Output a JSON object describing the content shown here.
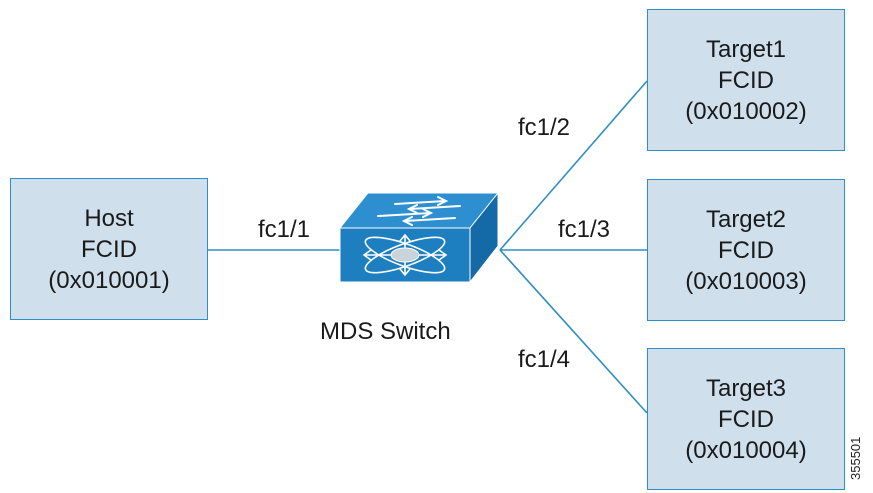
{
  "nodes": {
    "host": {
      "name": "Host",
      "id_label": "FCID",
      "fcid": "(0x010001)"
    },
    "target1": {
      "name": "Target1",
      "id_label": "FCID",
      "fcid": "(0x010002)"
    },
    "target2": {
      "name": "Target2",
      "id_label": "FCID",
      "fcid": "(0x010003)"
    },
    "target3": {
      "name": "Target3",
      "id_label": "FCID",
      "fcid": "(0x010004)"
    }
  },
  "switch": {
    "label": "MDS Switch"
  },
  "ports": {
    "host": "fc1/1",
    "target1": "fc1/2",
    "target2": "fc1/3",
    "target3": "fc1/4"
  },
  "figure_id": "355501",
  "colors": {
    "box_fill": "#cfe0ec",
    "box_border": "#2f8fc4",
    "link": "#2f8fc4",
    "switch_blue": "#1e7fc0"
  }
}
